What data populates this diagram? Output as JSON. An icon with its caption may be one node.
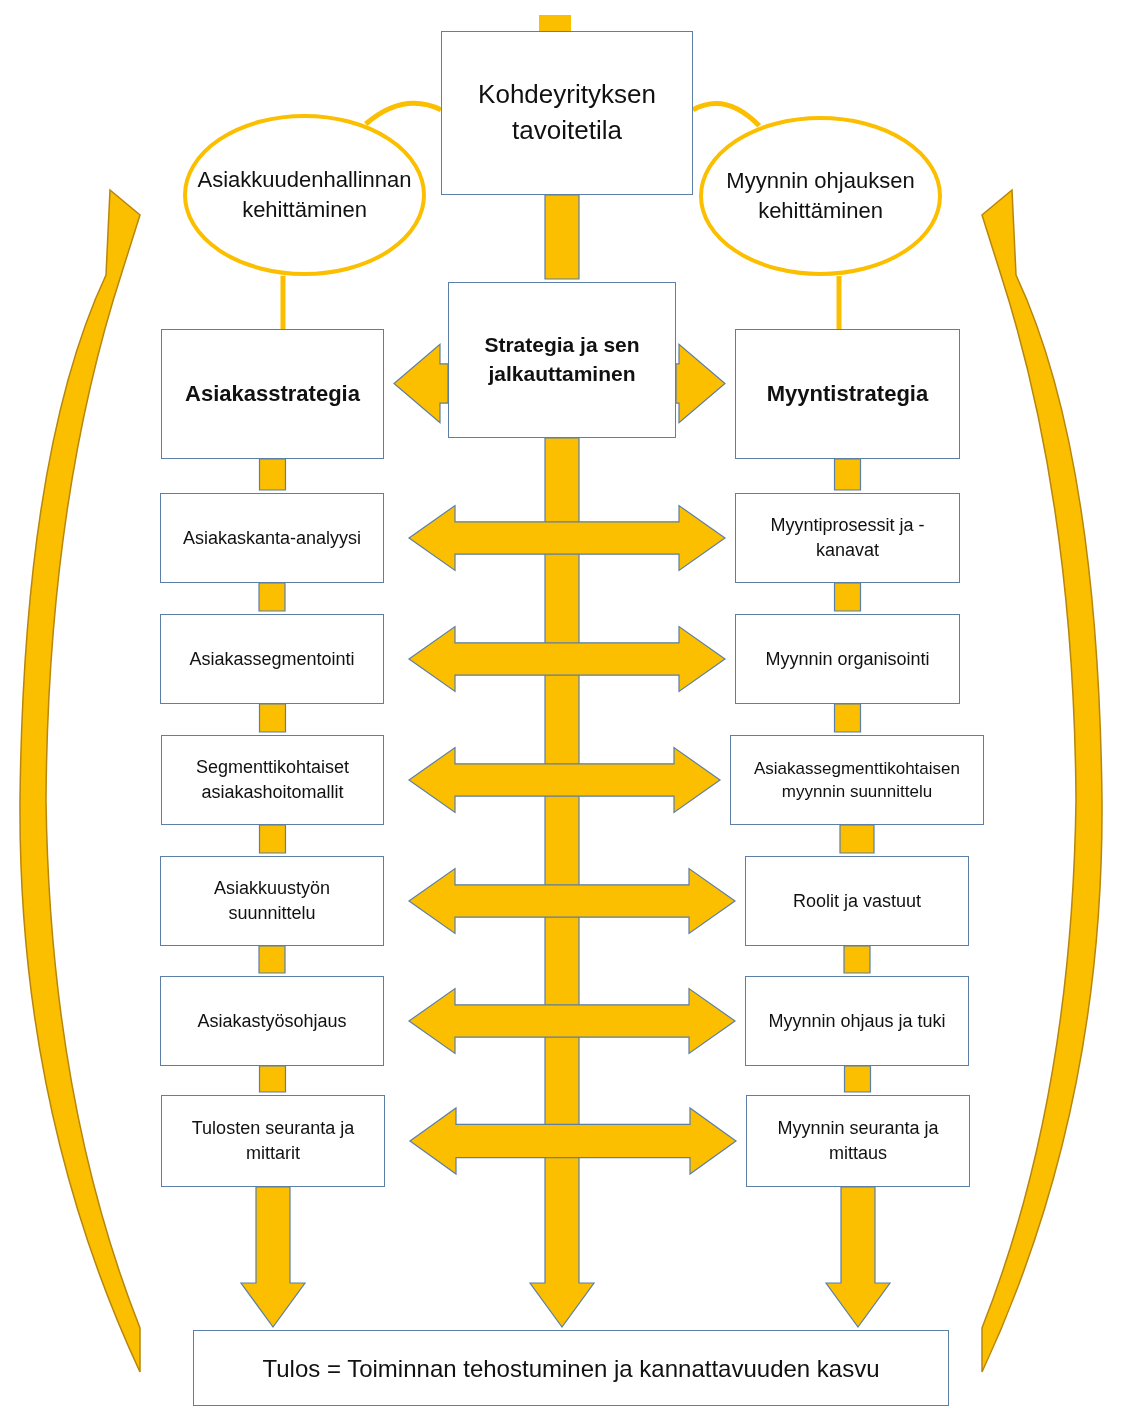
{
  "diagram": {
    "nodes": [
      {
        "text": [
          "Kohdeyrityksen tavoitetila"
        ]
      },
      {
        "text": [
          "Asiakkuudenhallinnan kehittäminen"
        ]
      },
      {
        "text": [
          "Myynnin ohjauksen kehittäminen"
        ]
      },
      {
        "text": [
          "Strategia ja sen jalkauttaminen"
        ]
      },
      {
        "text": [
          "Asiakasstrategia"
        ]
      },
      {
        "text": [
          "Myyntistrategia"
        ]
      },
      {
        "text": [
          "Asiakaskanta-analyysi"
        ]
      },
      {
        "text": [
          "Asiakassegmentointi"
        ]
      },
      {
        "text": [
          "Segmenttikohtaiset asiakashoitomallit"
        ]
      },
      {
        "text": [
          "Asiakkuustyön suunnittelu"
        ]
      },
      {
        "text": [
          "Asiakastyösohjaus"
        ]
      },
      {
        "text": [
          "Tulosten seuranta ja mittarit"
        ]
      },
      {
        "text": [
          "Myyntiprosessit ja -kanavat"
        ]
      },
      {
        "text": [
          "Myynnin organisointi"
        ]
      },
      {
        "text": [
          "Asiakassegmenttikohtaisen myynnin suunnittelu"
        ]
      },
      {
        "text": [
          "Roolit ja vastuut"
        ]
      },
      {
        "text": [
          "Myynnin ohjaus ja tuki"
        ]
      },
      {
        "text": [
          "Myynnin seuranta ja mittaus"
        ]
      },
      {
        "text": [
          "Tulos = Toiminnan tehostuminen ja kannattavuuden kasvu"
        ]
      }
    ],
    "edges": [
      {
        "from": 0,
        "to": 3,
        "arrow": "none",
        "style": "thick"
      },
      {
        "from": 0,
        "to": 1,
        "arrow": "none"
      },
      {
        "from": 0,
        "to": 2,
        "arrow": "none"
      },
      {
        "from": 1,
        "to": 4,
        "arrow": "none"
      },
      {
        "from": 2,
        "to": 5,
        "arrow": "none"
      },
      {
        "from": 3,
        "to": 4,
        "arrow": "to",
        "style": "thick"
      },
      {
        "from": 3,
        "to": 5,
        "arrow": "to",
        "style": "thick"
      },
      {
        "from": 3,
        "to": 18,
        "arrow": "to",
        "style": "thick"
      },
      {
        "from": 4,
        "to": 6,
        "arrow": "none",
        "style": "thick"
      },
      {
        "from": 6,
        "to": 7,
        "arrow": "none",
        "style": "thick"
      },
      {
        "from": 7,
        "to": 8,
        "arrow": "none",
        "style": "thick"
      },
      {
        "from": 8,
        "to": 9,
        "arrow": "none",
        "style": "thick"
      },
      {
        "from": 9,
        "to": 10,
        "arrow": "none",
        "style": "thick"
      },
      {
        "from": 10,
        "to": 11,
        "arrow": "none",
        "style": "thick"
      },
      {
        "from": 11,
        "to": 18,
        "arrow": "to",
        "style": "thick"
      },
      {
        "from": 5,
        "to": 12,
        "arrow": "none",
        "style": "thick"
      },
      {
        "from": 12,
        "to": 13,
        "arrow": "none",
        "style": "thick"
      },
      {
        "from": 13,
        "to": 14,
        "arrow": "none",
        "style": "thick"
      },
      {
        "from": 14,
        "to": 15,
        "arrow": "none",
        "style": "thick"
      },
      {
        "from": 15,
        "to": 16,
        "arrow": "none",
        "style": "thick"
      },
      {
        "from": 16,
        "to": 17,
        "arrow": "none",
        "style": "thick"
      },
      {
        "from": 17,
        "to": 18,
        "arrow": "to",
        "style": "thick"
      },
      {
        "from": 6,
        "to": 12,
        "arrow": "both",
        "style": "thick"
      },
      {
        "from": 7,
        "to": 13,
        "arrow": "both",
        "style": "thick"
      },
      {
        "from": 8,
        "to": 14,
        "arrow": "both",
        "style": "thick"
      },
      {
        "from": 9,
        "to": 15,
        "arrow": "both",
        "style": "thick"
      },
      {
        "from": 10,
        "to": 16,
        "arrow": "both",
        "style": "thick"
      },
      {
        "from": 11,
        "to": 17,
        "arrow": "both",
        "style": "thick"
      }
    ]
  }
}
